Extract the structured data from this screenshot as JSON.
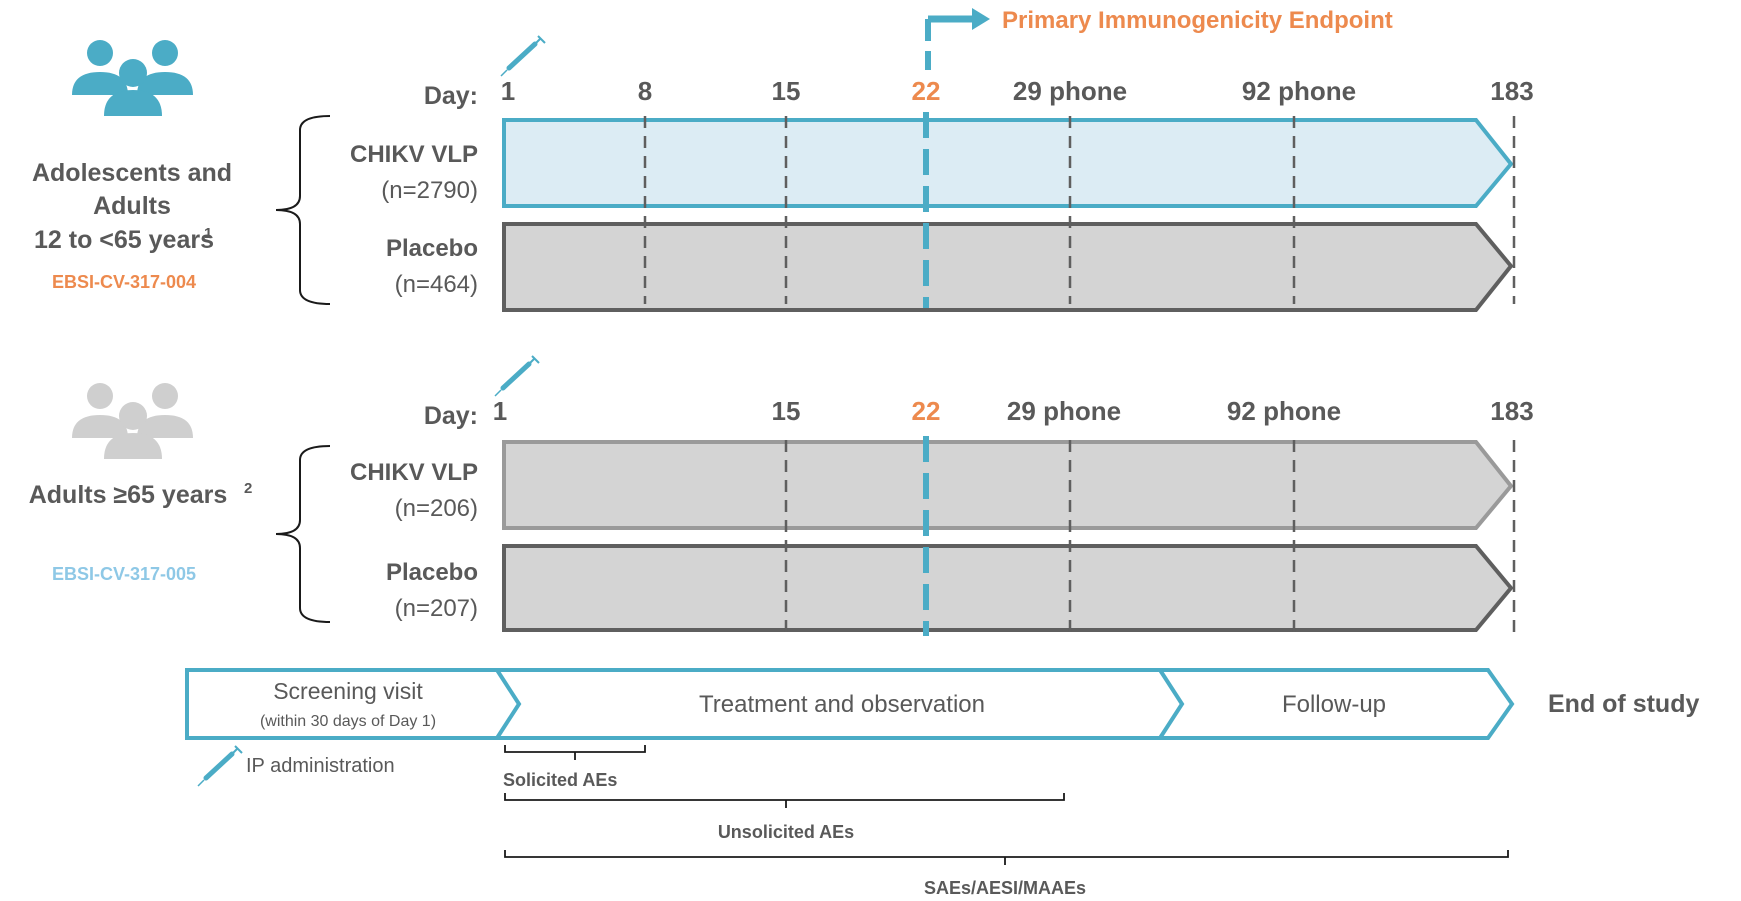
{
  "colors": {
    "teal": "#4bacc6",
    "orange": "#ed8a4e",
    "light_blue": "#8ec8e6",
    "text_gray": "#595959",
    "dark_gray": "#5f5f5f",
    "bar_blue_fill": "#dcecf4",
    "bar_gray_fill": "#d4d4d4",
    "icon_gray": "#cfcfcf"
  },
  "header": {
    "endpoint_label": "Primary Immunogenicity Endpoint"
  },
  "group1": {
    "title_line1": "Adolescents and",
    "title_line2": "Adults",
    "title_line3": "12 to <65 years",
    "title_sup": "1",
    "study_code": "EBSI-CV-317-004",
    "day_prefix": "Day:",
    "days": [
      "1",
      "8",
      "15",
      "22",
      "29 phone",
      "92 phone",
      "183"
    ],
    "arm1_name": "CHIKV VLP",
    "arm1_n": "(n=2790)",
    "arm2_name": "Placebo",
    "arm2_n": "(n=464)"
  },
  "group2": {
    "title": "Adults ≥65 years",
    "title_sup": "2",
    "study_code": "EBSI-CV-317-005",
    "day_prefix": "Day:",
    "days": [
      "1",
      "15",
      "22",
      "29 phone",
      "92 phone",
      "183"
    ],
    "arm1_name": "CHIKV VLP",
    "arm1_n": "(n=206)",
    "arm2_name": "Placebo",
    "arm2_n": "(n=207)"
  },
  "phases": {
    "screening": "Screening visit",
    "screening_sub": "(within 30 days of Day 1)",
    "treatment": "Treatment and observation",
    "followup": "Follow-up",
    "end": "End of study"
  },
  "legend": {
    "ip_admin": "IP administration"
  },
  "brackets": {
    "solicited": "Solicited AEs",
    "unsolicited": "Unsolicited AEs",
    "serious": "SAEs/AESI/MAAEs"
  },
  "icons": [
    "people-group-icon",
    "syringe-icon",
    "arrow-right-icon"
  ]
}
